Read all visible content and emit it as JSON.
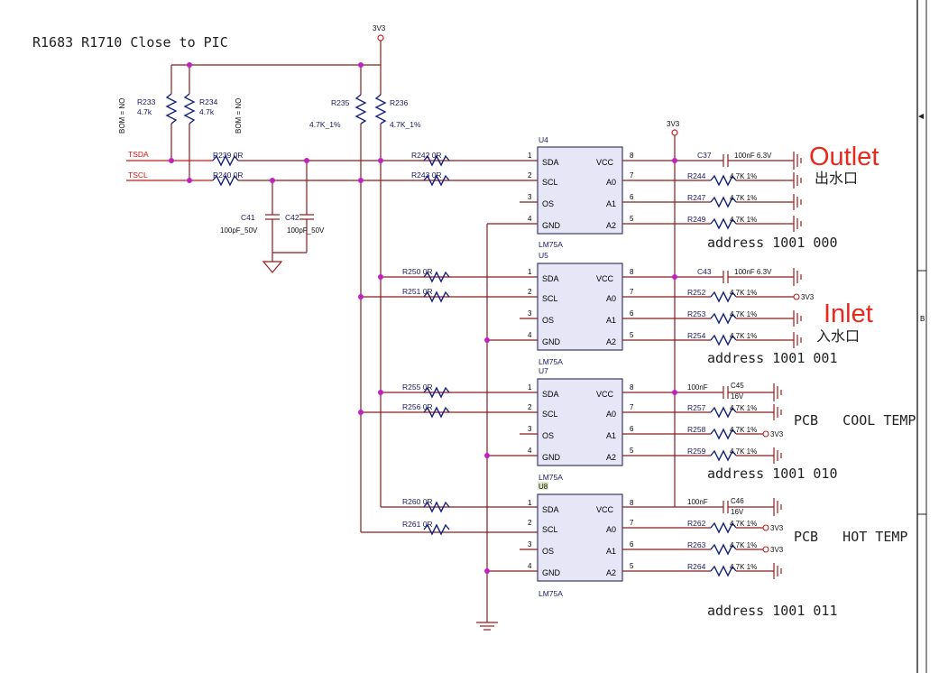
{
  "header_note": "R1683 R1710 Close to PIC",
  "power_label": "3V3",
  "nets": {
    "sda": "TSDA",
    "scl": "TSCL"
  },
  "bom_note": "BOM = NO",
  "series_res": "0R",
  "chip_part": "LM75A",
  "pins": {
    "left": [
      "SDA",
      "SCL",
      "OS",
      "GND"
    ],
    "right": [
      "VCC",
      "A0",
      "A1",
      "A2"
    ],
    "left_num": [
      "1",
      "2",
      "3",
      "4"
    ],
    "right_num": [
      "8",
      "7",
      "6",
      "5"
    ]
  },
  "pullups": {
    "r233": "R233",
    "r233_val": "4.7k",
    "r234": "R234",
    "r234_val": "4.7k",
    "r235": "R235",
    "r236": "R236",
    "val_1pct": "4.7K_1%"
  },
  "bus_res": {
    "r239": "R239",
    "r240": "R240",
    "r242": "R242",
    "r243": "R243"
  },
  "bus_caps": {
    "c41": "C41",
    "c42": "C42",
    "val": "100pF_50V"
  },
  "addr_val": "4.7K 1%",
  "cap_100n_6v3": "100nF 6.3V",
  "cap_100n": "100nF",
  "cap_16v": "16V",
  "chips": [
    {
      "ref": "U4",
      "vcc_cap": "C37",
      "sda_r": "R242",
      "scl_r": "R243",
      "a0_r": "R244",
      "a1_r": "R247",
      "a2_r": "R249",
      "tag": "Outlet",
      "tag_cn": "出水口",
      "addr": "address 1001 000"
    },
    {
      "ref": "U5",
      "vcc_cap": "C43",
      "sda_r": "R250",
      "scl_r": "R251",
      "a0_r": "R252",
      "a1_r": "R253",
      "a2_r": "R254",
      "tag": "Inlet",
      "tag_cn": "入水口",
      "addr": "address 1001 001"
    },
    {
      "ref": "U7",
      "vcc_cap": "C45",
      "sda_r": "R255",
      "scl_r": "R256",
      "a0_r": "R257",
      "a1_r": "R258",
      "a2_r": "R259",
      "tag_pcb": "PCB   COOL TEMP",
      "addr": "address 1001 010"
    },
    {
      "ref": "U8",
      "vcc_cap": "C46",
      "sda_r": "R260",
      "scl_r": "R261",
      "a0_r": "R262",
      "a1_r": "R263",
      "a2_r": "R264",
      "tag_pcb": "PCB   HOT TEMP",
      "addr": "address 1001 011"
    }
  ],
  "border_letter": "B"
}
